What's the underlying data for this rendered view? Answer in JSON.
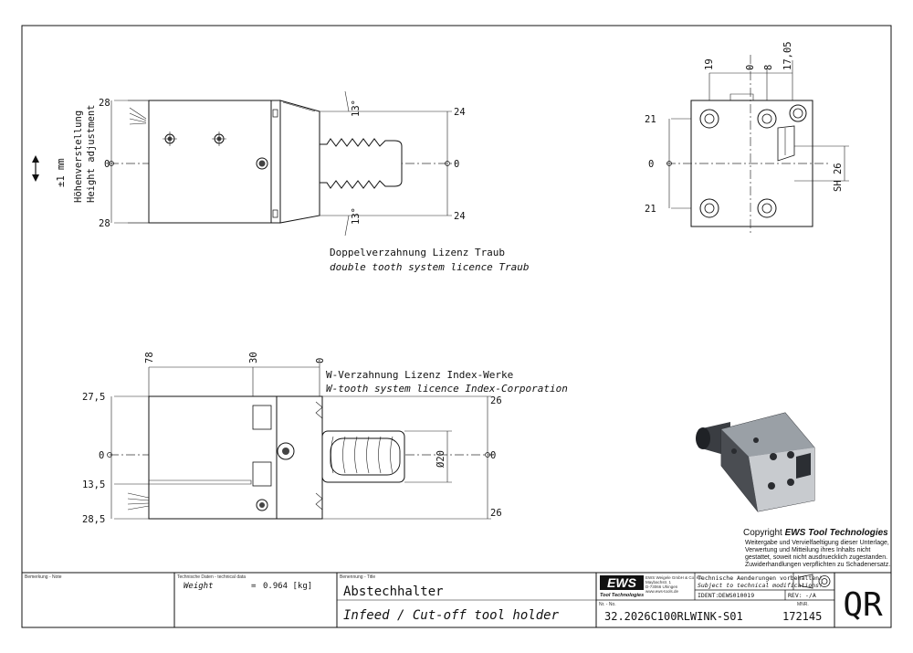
{
  "views": {
    "front": {
      "dims_left": [
        "28",
        "0",
        "28"
      ],
      "dims_right": [
        "24",
        "0",
        "24"
      ],
      "angles": [
        "13°",
        "13°"
      ],
      "adjust_value": "±1 mm",
      "adjust_de": "Höhenverstellung",
      "adjust_en": "Height adjustment"
    },
    "side": {
      "dims_top": [
        "19",
        "0",
        "8",
        "17,05"
      ],
      "dims_left": [
        "21",
        "0",
        "21"
      ],
      "sh_label": "SH 26"
    },
    "top": {
      "dims_top": [
        "78",
        "30",
        "0"
      ],
      "dims_left": [
        "27,5",
        "0",
        "13,5",
        "28,5"
      ],
      "dims_right": [
        "26",
        "0",
        "26"
      ],
      "diameter": "Ø20"
    }
  },
  "notes": {
    "traub_de": "Doppelverzahnung Lizenz Traub",
    "traub_en": "double tooth system licence Traub",
    "index_de": "W-Verzahnung Lizenz Index-Werke",
    "index_en": "W-tooth system licence Index-Corporation"
  },
  "copyright": {
    "title_prefix": "Copyright ",
    "title_brand": "EWS Tool Technologies",
    "lines": [
      "Weitergabe und Vervielfaeltigung dieser Unterlage,",
      "Verwertung und Mitteilung ihres Inhalts nicht",
      "gestattet, soweit nicht ausdruecklich zugestanden.",
      "Zuwiderhandlungen verpflichten zu Schadenersatz."
    ]
  },
  "title_block": {
    "remark_label": "Bemerkung - Note",
    "tech_label": "Technische Daten - technical data",
    "weight_label": "Weight",
    "weight_eq": "=",
    "weight_value": "0.964 [kg]",
    "title_label": "Benennung - Title",
    "title_de": "Abstechhalter",
    "title_en": "Infeed / Cut-off tool holder",
    "logo": "EWS",
    "logo_sub": "Tool Technologies",
    "company_lines": [
      "EWS Weigele GmbH & Co. KG",
      "Maybachstr. 1",
      "D-73066 Uhingen",
      "www.ews-tools.de"
    ],
    "changes_de": "Technische Aenderungen vorbehalten!",
    "changes_en": "Subject to technical modifications!",
    "ident_label": "IDENT:",
    "ident_value": "DEWS010019",
    "rev_label": "REV:",
    "rev_value": "-/A",
    "nr_label": "Nr. - No.",
    "nr_value": "32.2026C100RLWINK-S01",
    "mnr_label": "MNR.",
    "mnr_value": "172145",
    "qr": "QR"
  }
}
